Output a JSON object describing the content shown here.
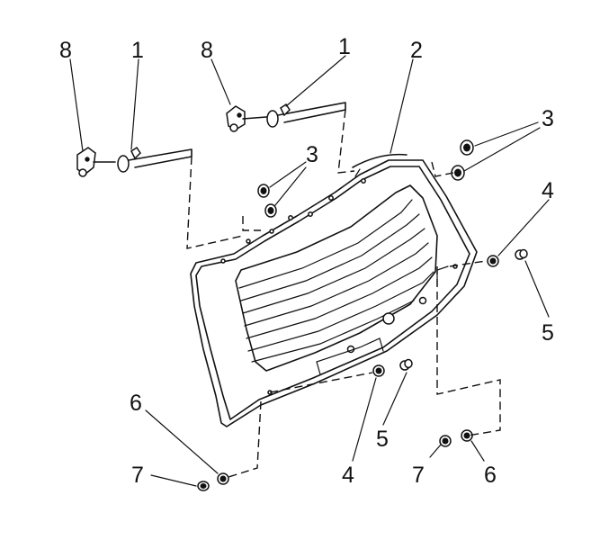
{
  "diagram": {
    "callouts": {
      "c8a": "8",
      "c1a": "1",
      "c8b": "8",
      "c1b": "1",
      "c2": "2",
      "c3a": "3",
      "c3b": "3",
      "c4a": "4",
      "c5a": "5",
      "c5b": "5",
      "c4b": "4",
      "c6a": "6",
      "c7a": "7",
      "c7b": "7",
      "c6b": "6"
    }
  }
}
